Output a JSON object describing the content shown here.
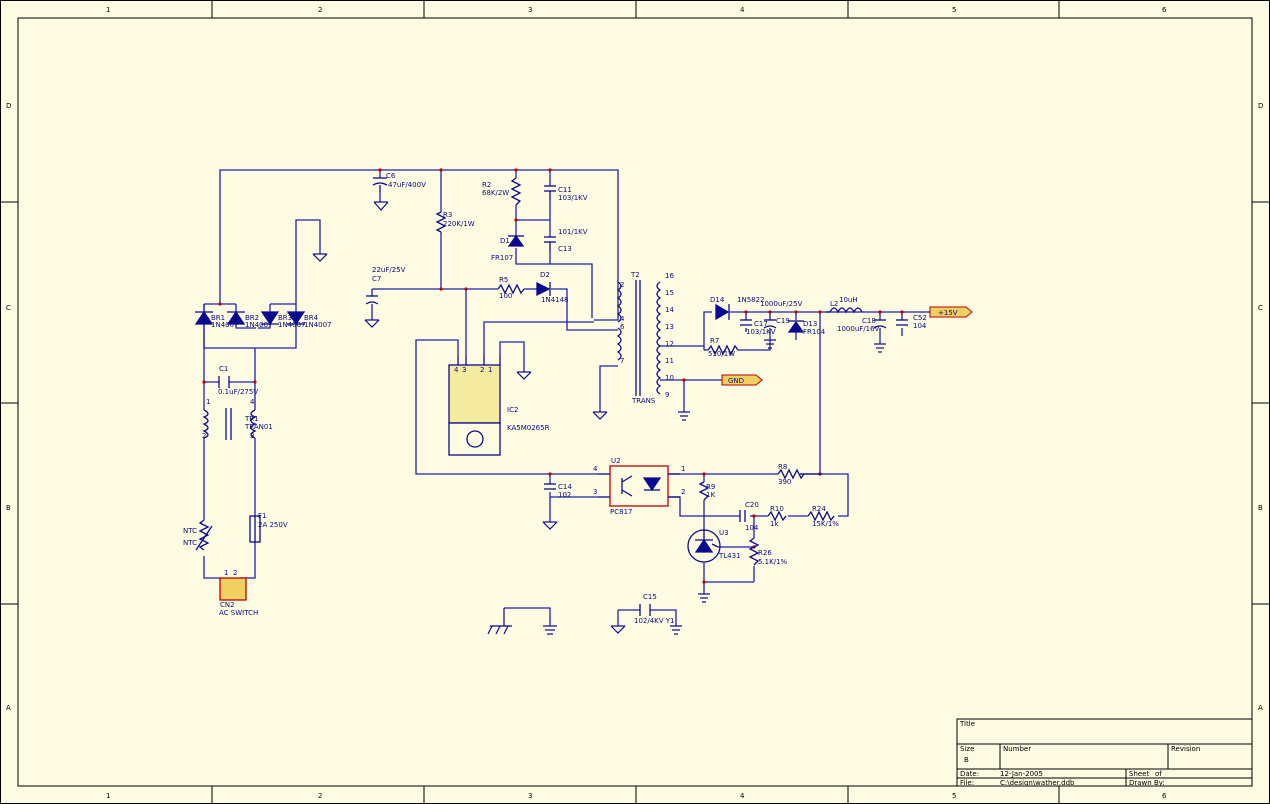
{
  "zones": {
    "columns": [
      "1",
      "2",
      "3",
      "4",
      "5",
      "6"
    ],
    "rows": [
      "D",
      "C",
      "B",
      "A"
    ]
  },
  "title_block": {
    "title_label": "Title",
    "size_label": "Size",
    "size_value": "B",
    "number_label": "Number",
    "revision_label": "Revision",
    "date_label": "Date:",
    "date_value": "12-Jan-2005",
    "file_label": "File:",
    "file_value": "C:\\design\\wather.ddb",
    "sheet_label": "Sheet",
    "sheet_of": "of",
    "drawn_label": "Drawn By:"
  },
  "components": {
    "c6": {
      "ref": "C6",
      "value": "47uF/400V"
    },
    "r2": {
      "ref": "R2",
      "value": "68K/2W"
    },
    "c11": {
      "ref": "C11",
      "value": "103/1KV"
    },
    "c13": {
      "ref": "C13",
      "value": "101/1KV"
    },
    "r3": {
      "ref": "R3",
      "value": "220K/1W"
    },
    "d1": {
      "ref": "D1",
      "value": "FR107"
    },
    "c7": {
      "ref": "C7",
      "value": "22uF/25V"
    },
    "r5": {
      "ref": "R5",
      "value": "100"
    },
    "d2": {
      "ref": "D2",
      "value": "1N4148"
    },
    "t2": {
      "ref": "T2",
      "value": "TRANS"
    },
    "d14": {
      "ref": "D14",
      "value": "1N5822"
    },
    "c19": {
      "ref": "C19",
      "value": "1000uF/25V"
    },
    "c17": {
      "ref": "C17",
      "value": "103/1KV"
    },
    "d13": {
      "ref": "D13",
      "value": "FR104"
    },
    "r7": {
      "ref": "R7",
      "value": "510/1W"
    },
    "l2": {
      "ref": "L2",
      "value": "10uH"
    },
    "c18": {
      "ref": "C18",
      "value": "1000uF/16V"
    },
    "c52": {
      "ref": "C52",
      "value": "104"
    },
    "br1": {
      "ref": "BR1",
      "value": "1N4007"
    },
    "br2": {
      "ref": "BR2",
      "value": "1N4007"
    },
    "br3": {
      "ref": "BR3",
      "value": "1N4007"
    },
    "br4": {
      "ref": "BR4",
      "value": "1N4007"
    },
    "c1": {
      "ref": "C1",
      "value": "0.1uF/275V"
    },
    "tr1": {
      "ref": "TR1",
      "value": "TRAN01"
    },
    "ic2": {
      "ref": "IC2",
      "value": "KA5M0265R"
    },
    "ntc": {
      "ref": "NTC",
      "value": "NTC"
    },
    "f1": {
      "ref": "F1",
      "value": "2A 250V"
    },
    "cn2": {
      "ref": "CN2",
      "value": "AC SWITCH"
    },
    "c14": {
      "ref": "C14",
      "value": "102"
    },
    "u2": {
      "ref": "U2",
      "value": "PC817"
    },
    "r9": {
      "ref": "R9",
      "value": "1K"
    },
    "r8": {
      "ref": "R8",
      "value": "390"
    },
    "c20": {
      "ref": "C20",
      "value": "104"
    },
    "r10": {
      "ref": "R10",
      "value": "1k"
    },
    "r24": {
      "ref": "R24",
      "value": "15K/1%"
    },
    "u3": {
      "ref": "U3",
      "value": "TL431"
    },
    "r26": {
      "ref": "R26",
      "value": "5.1K/1%"
    },
    "c15": {
      "ref": "C15",
      "value": "102/4KV Y1"
    }
  },
  "net_labels": {
    "out": "+15V",
    "gnd": "GND"
  },
  "pin_numbers": {
    "t2_left": [
      "2",
      "4",
      "6",
      "7"
    ],
    "t2_right": [
      "16",
      "15",
      "14",
      "13",
      "12",
      "11",
      "10",
      "9"
    ],
    "ic2_pins": [
      "4",
      "3",
      "2",
      "1"
    ],
    "u2_pins": [
      "4",
      "3",
      "1",
      "2"
    ],
    "tr1_pins": [
      "1",
      "4",
      "2",
      "3"
    ],
    "cn2_pins": [
      "1",
      "2"
    ]
  },
  "colors": {
    "background": "#fdfce3",
    "wire": "#2020b0",
    "component": "#0a0a90",
    "highlight": "#c00000",
    "ic_body": "#f5eba0",
    "net_flag": "#f0d060"
  }
}
